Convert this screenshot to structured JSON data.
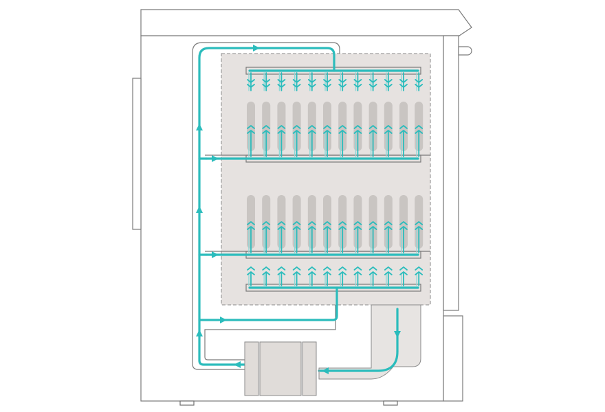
{
  "diagram": {
    "colors": {
      "flow": "#2bbcbc",
      "flow_faint": "#8fd8d8",
      "panel": "#e6e2e0",
      "bar": "#c9c5c2",
      "outline": "#7a7a7a"
    },
    "upper_rack": {
      "nozzle_count": 12,
      "bar_count": 12
    },
    "lower_rack": {
      "nozzle_count": 12,
      "bar_count": 12
    }
  }
}
